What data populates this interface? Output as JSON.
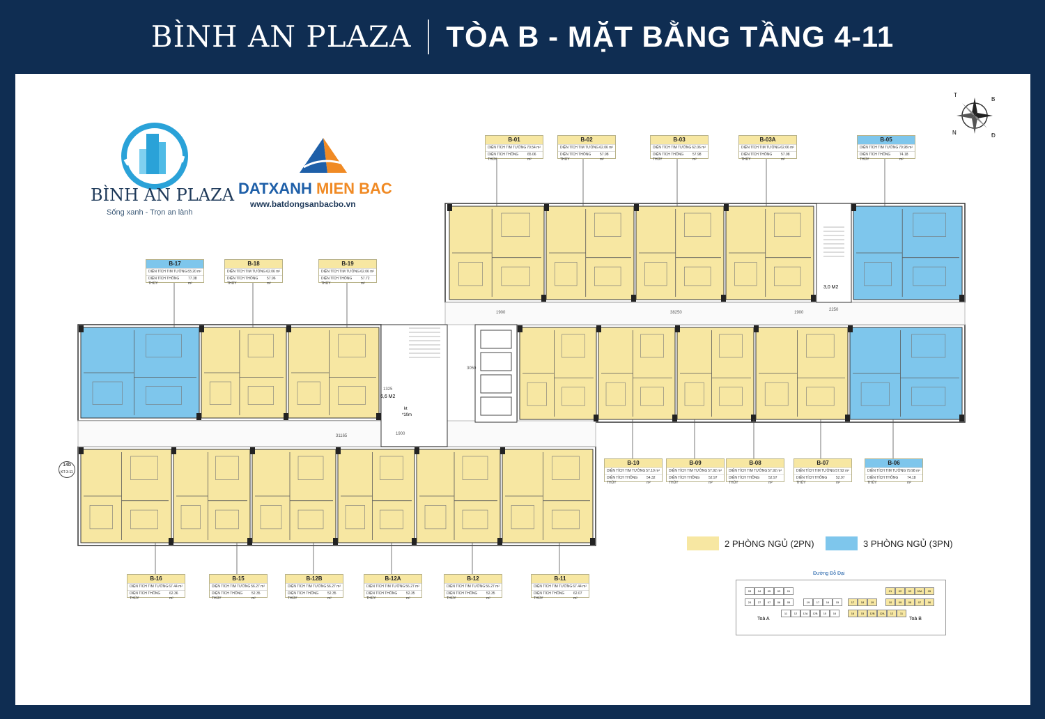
{
  "header": {
    "brand": "BÌNH AN PLAZA",
    "title": "TÒA B - MẶT BẰNG TẦNG 4-11"
  },
  "logos": {
    "binhan_name": "BÌNH AN PLAZA",
    "binhan_tagline": "Sống xanh - Trọn an lành",
    "datxanh_part1": "DATXANH",
    "datxanh_part2": " MIEN BAC",
    "website": "www.batdongsanbacbo.vn"
  },
  "compass": {
    "n": "T",
    "e": "B",
    "s": "N",
    "w": "Đ"
  },
  "card_labels": {
    "area_gross": "DIỆN TÍCH TIM TƯỜNG",
    "area_net": "DIỆN TÍCH THÔNG THỦY"
  },
  "units": [
    {
      "id": "B-01",
      "gross": "70.54 m²",
      "net": "65.06 m²",
      "type": "2PN"
    },
    {
      "id": "B-02",
      "gross": "62.06 m²",
      "net": "57.98 m²",
      "type": "2PN"
    },
    {
      "id": "B-03",
      "gross": "62.06 m²",
      "net": "57.98 m²",
      "type": "2PN"
    },
    {
      "id": "B-03A",
      "gross": "62.06 m²",
      "net": "57.98 m²",
      "type": "2PN"
    },
    {
      "id": "B-05",
      "gross": "79.98 m²",
      "net": "74.18 m²",
      "type": "3PN"
    },
    {
      "id": "B-17",
      "gross": "83.20 m²",
      "net": "77.38 m²",
      "type": "3PN"
    },
    {
      "id": "B-18",
      "gross": "62.06 m²",
      "net": "57.96 m²",
      "type": "2PN"
    },
    {
      "id": "B-19",
      "gross": "62.06 m²",
      "net": "57.72 m²",
      "type": "2PN"
    },
    {
      "id": "B-10",
      "gross": "57.10 m²",
      "net": "54.32 m²",
      "type": "2PN"
    },
    {
      "id": "B-09",
      "gross": "57.92 m²",
      "net": "52.97 m²",
      "type": "2PN"
    },
    {
      "id": "B-08",
      "gross": "57.92 m²",
      "net": "52.97 m²",
      "type": "2PN"
    },
    {
      "id": "B-07",
      "gross": "57.92 m²",
      "net": "52.97 m²",
      "type": "2PN"
    },
    {
      "id": "B-06",
      "gross": "79.98 m²",
      "net": "74.18 m²",
      "type": "3PN"
    },
    {
      "id": "B-16",
      "gross": "67.44 m²",
      "net": "62.36 m²",
      "type": "2PN"
    },
    {
      "id": "B-15",
      "gross": "56.27 m²",
      "net": "52.35 m²",
      "type": "2PN"
    },
    {
      "id": "B-12B",
      "gross": "56.27 m²",
      "net": "52.35 m²",
      "type": "2PN"
    },
    {
      "id": "B-12A",
      "gross": "56.27 m²",
      "net": "52.35 m²",
      "type": "2PN"
    },
    {
      "id": "B-12",
      "gross": "56.27 m²",
      "net": "52.35 m²",
      "type": "2PN"
    },
    {
      "id": "B-11",
      "gross": "67.44 m²",
      "net": "62.07 m²",
      "type": "2PN"
    }
  ],
  "plan_labels": {
    "area_top": "3,0 M2",
    "area_left": "6,6 M2",
    "kt": "kt",
    "kt2": "*10m",
    "marker": "14b",
    "marker_sub": "KT-3-11",
    "dims": [
      "38250",
      "2250",
      "31165",
      "1900",
      "1900",
      "3050",
      "1325",
      "1900"
    ]
  },
  "legend": [
    {
      "label": "2 PHÒNG NGỦ (2PN)",
      "color": "#f7e7a2"
    },
    {
      "label": "3 PHÒNG NGỦ (3PN)",
      "color": "#7ec6ec"
    }
  ],
  "keyplan": {
    "road": "Đường Đỗ Đại",
    "tower_a": "Toà A",
    "tower_b": "Toà B",
    "a_top": [
      "03",
      "04",
      "05",
      "03",
      "01"
    ],
    "a_mid": [
      "24",
      "27",
      "07",
      "06",
      "05"
    ],
    "a_right": [
      "19",
      "17",
      "16",
      "15"
    ],
    "a_bottom": [
      "11",
      "12",
      "12A",
      "12B",
      "15",
      "16"
    ],
    "b_top": [
      "01",
      "02",
      "03",
      "03A",
      "05"
    ],
    "b_left": [
      "17",
      "18",
      "19"
    ],
    "b_mid": [
      "10",
      "09",
      "08",
      "07",
      "06"
    ],
    "b_bottom": [
      "16",
      "15",
      "12B",
      "12A",
      "12",
      "11"
    ]
  },
  "colors": {
    "yellow": "#f7e7a2",
    "blue": "#7ec6ec",
    "navy": "#0f2d52"
  }
}
